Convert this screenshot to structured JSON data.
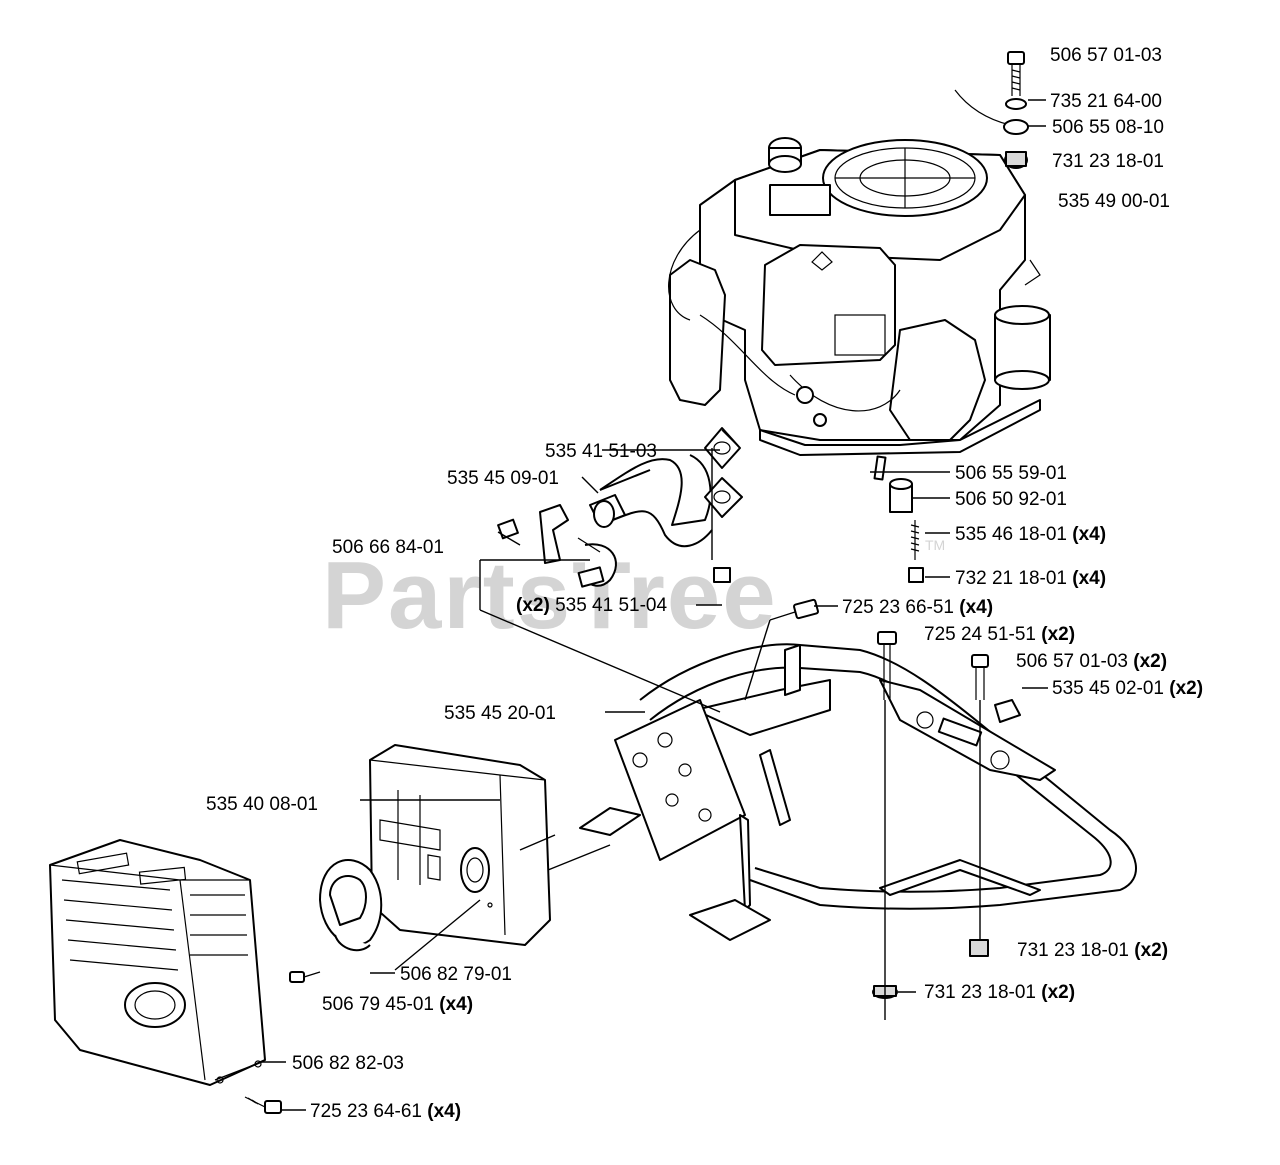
{
  "watermark": {
    "text": "PartsTree",
    "trademark": "TM"
  },
  "callouts": [
    {
      "id": "c1",
      "part_number": "506 57 01-03",
      "qty": ""
    },
    {
      "id": "c2",
      "part_number": "735 21 64-00",
      "qty": ""
    },
    {
      "id": "c3",
      "part_number": "506 55 08-10",
      "qty": ""
    },
    {
      "id": "c4",
      "part_number": "731 23 18-01",
      "qty": ""
    },
    {
      "id": "c5",
      "part_number": "535 49 00-01",
      "qty": ""
    },
    {
      "id": "c6",
      "part_number": "535 41 51-03",
      "qty": ""
    },
    {
      "id": "c7",
      "part_number": "535 45 09-01",
      "qty": ""
    },
    {
      "id": "c8",
      "part_number": "506 55 59-01",
      "qty": ""
    },
    {
      "id": "c9",
      "part_number": "506 50 92-01",
      "qty": ""
    },
    {
      "id": "c10",
      "part_number": "535 46 18-01",
      "qty": "(x4)"
    },
    {
      "id": "c11",
      "part_number": "506 66 84-01",
      "qty": ""
    },
    {
      "id": "c12",
      "part_number": "732 21 18-01",
      "qty": "(x4)"
    },
    {
      "id": "c13",
      "part_number": "535 41 51-04",
      "qty": "(x2)"
    },
    {
      "id": "c14",
      "part_number": "725 23 66-51",
      "qty": "(x4)"
    },
    {
      "id": "c15",
      "part_number": "725 24 51-51",
      "qty": "(x2)"
    },
    {
      "id": "c16",
      "part_number": "506 57 01-03",
      "qty": "(x2)"
    },
    {
      "id": "c17",
      "part_number": "535 45 02-01",
      "qty": "(x2)"
    },
    {
      "id": "c18",
      "part_number": "535 45 20-01",
      "qty": ""
    },
    {
      "id": "c19",
      "part_number": "535 40 08-01",
      "qty": ""
    },
    {
      "id": "c20",
      "part_number": "731 23 18-01",
      "qty": "(x2)"
    },
    {
      "id": "c21",
      "part_number": "506 82 79-01",
      "qty": ""
    },
    {
      "id": "c22",
      "part_number": "731 23 18-01",
      "qty": "(x2)"
    },
    {
      "id": "c23",
      "part_number": "506 79 45-01",
      "qty": "(x4)"
    },
    {
      "id": "c24",
      "part_number": "506 82 82-03",
      "qty": ""
    },
    {
      "id": "c25",
      "part_number": "725 23 64-61",
      "qty": "(x4)"
    }
  ]
}
